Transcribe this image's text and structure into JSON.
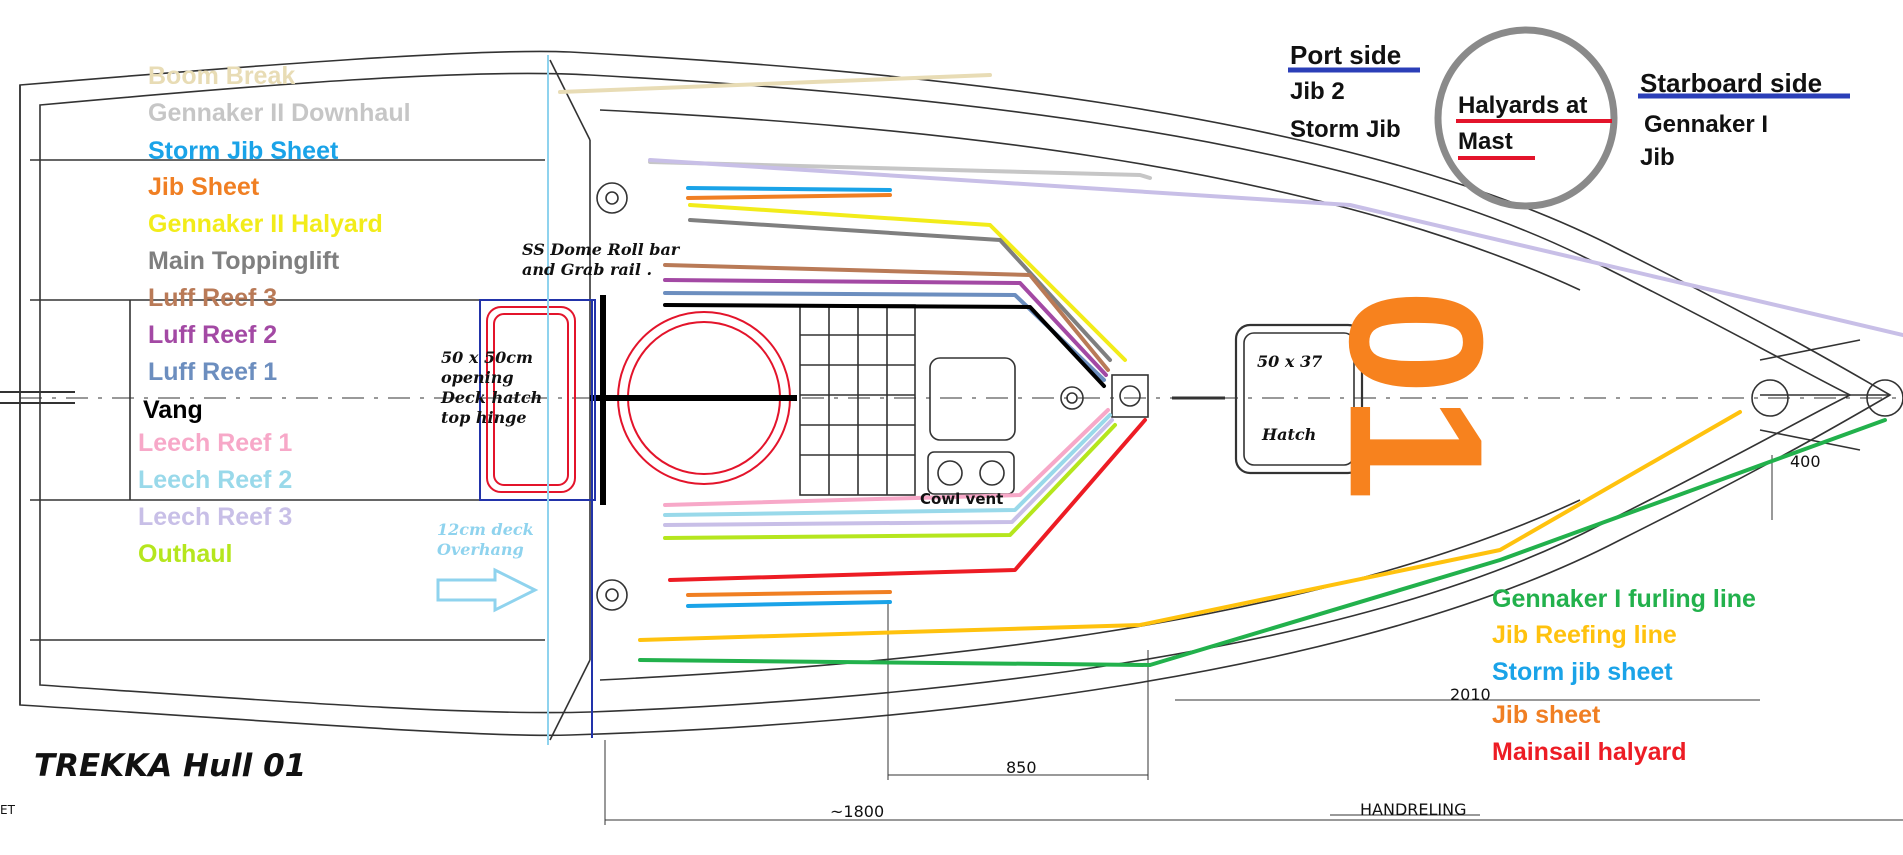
{
  "title": "TREKKA  Hull 01",
  "left_legend": [
    {
      "label": "Boom Break",
      "color": "#e8dcb5"
    },
    {
      "label": "Gennaker II Downhaul",
      "color": "#c6c6c6"
    },
    {
      "label": "Storm Jib Sheet",
      "color": "#1aa3e8"
    },
    {
      "label": "Jib Sheet",
      "color": "#f07f23"
    },
    {
      "label": "Gennaker II Halyard",
      "color": "#f2ec1a"
    },
    {
      "label": "Main Toppinglift",
      "color": "#7f7f7f"
    },
    {
      "label": "Luff Reef 3",
      "color": "#b97a57"
    },
    {
      "label": "Luff Reef 2",
      "color": "#a349a4"
    },
    {
      "label": "Luff Reef 1",
      "color": "#6c8ebf"
    },
    {
      "label": "Vang",
      "color": "#000000"
    },
    {
      "label": "Leech Reef 1",
      "color": "#f7a8c8"
    },
    {
      "label": "Leech Reef 2",
      "color": "#99d9ea"
    },
    {
      "label": "Leech Reef 3",
      "color": "#c8bfe7"
    },
    {
      "label": "Outhaul",
      "color": "#b5e61d"
    }
  ],
  "right_legend": [
    {
      "label": "Gennaker I furling line",
      "color": "#22b14c"
    },
    {
      "label": "Jib Reefing line",
      "color": "#ffc20e"
    },
    {
      "label": "Storm jib sheet",
      "color": "#1aa3e8"
    },
    {
      "label": "Jib sheet",
      "color": "#f07f23"
    },
    {
      "label": "Mainsail halyard",
      "color": "#ed1c24"
    }
  ],
  "port_side": {
    "title": "Port side",
    "items": [
      "Jib 2",
      "Storm Jib"
    ]
  },
  "starboard_side": {
    "title": "Starboard side",
    "items": [
      "Gennaker I",
      "Jib"
    ]
  },
  "mast_circle": {
    "line1": "Halyards at",
    "line2": "Mast"
  },
  "notes": {
    "dome": "SS Dome Roll bar and Grab rail .",
    "deck_hatch": "50 x 50cm opening Deck hatch top hinge",
    "overhang": "12cm deck Overhang",
    "cowl": "Cowl vent",
    "front_hatch_size": "50 x 37",
    "front_hatch_label": "Hatch"
  },
  "hull_number": "01",
  "dimensions": {
    "d850": "850",
    "d1800": "~1800",
    "d2010": "2010",
    "d400": "400",
    "handreling": "HANDRELING",
    "edge_et": "ET"
  },
  "colors": {
    "hull_line": "#333333",
    "hatch_blue": "#2233aa",
    "overhang_blue": "#8fd3ee",
    "circle": "#8a8a8a",
    "underline_blue": "#2b3fb8",
    "underline_red": "#e3142b",
    "hull_number": "#f7821e"
  }
}
